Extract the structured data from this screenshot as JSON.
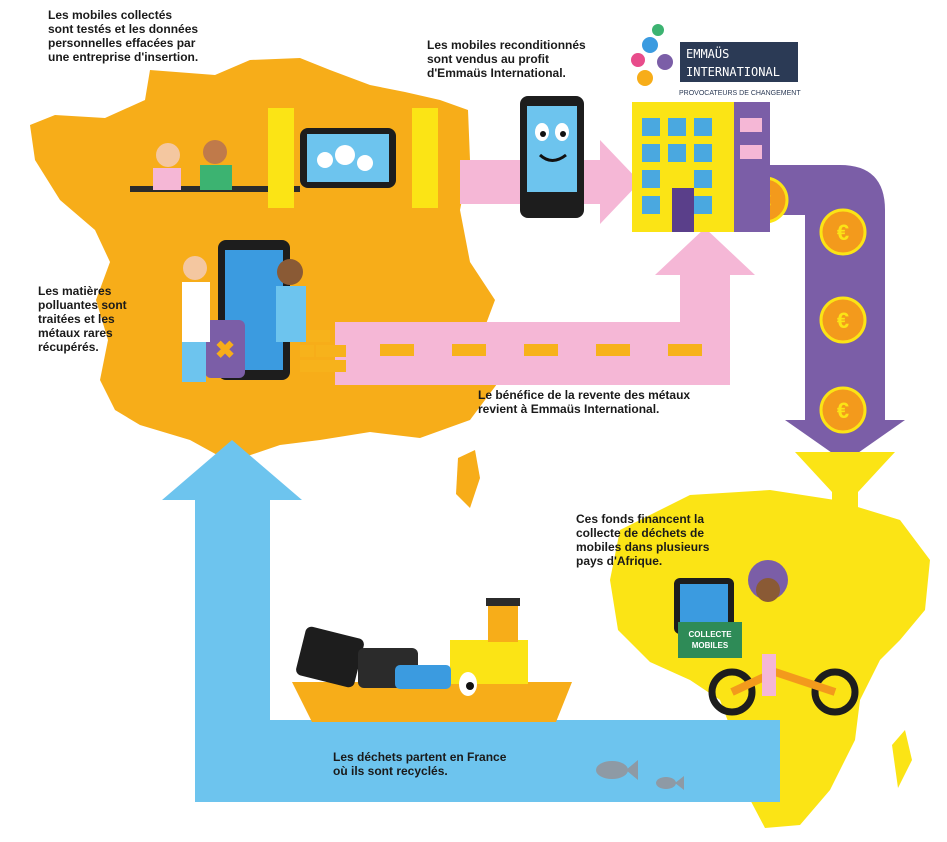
{
  "colors": {
    "france": "#f7ad19",
    "africa": "#fbe415",
    "pink_arrow": "#f5b7d6",
    "purple_arrow": "#7b5ea7",
    "blue_arrow": "#6dc4ee",
    "coin": "#f39a1c",
    "gold": "#f7b21b"
  },
  "captions": {
    "c1": "Les mobiles collectés\nsont testés et les données\npersonnelles effacées par\nune entreprise d'insertion.",
    "c2": "Les mobiles reconditionnés\nsont vendus au profit\nd'Emmaüs International.",
    "c3": "Les matières\npolluantes sont\ntraitées et les\nmétaux rares\nrécupérés.",
    "c4": "Le bénéfice de la revente des métaux\nrevient à Emmaüs International.",
    "c5": "Ces fonds financent la\ncollecte de déchets de\nmobiles dans plusieurs\npays d'Afrique.",
    "c6": "Les déchets partent en France\noù ils sont recyclés."
  },
  "logo": {
    "line1": "EMMAÜS",
    "line2": "INTERNATIONAL",
    "tagline": "PROVOCATEURS DE CHANGEMENT"
  },
  "coin_symbol": "€",
  "box_label": "COLLECTE\nMOBILES"
}
